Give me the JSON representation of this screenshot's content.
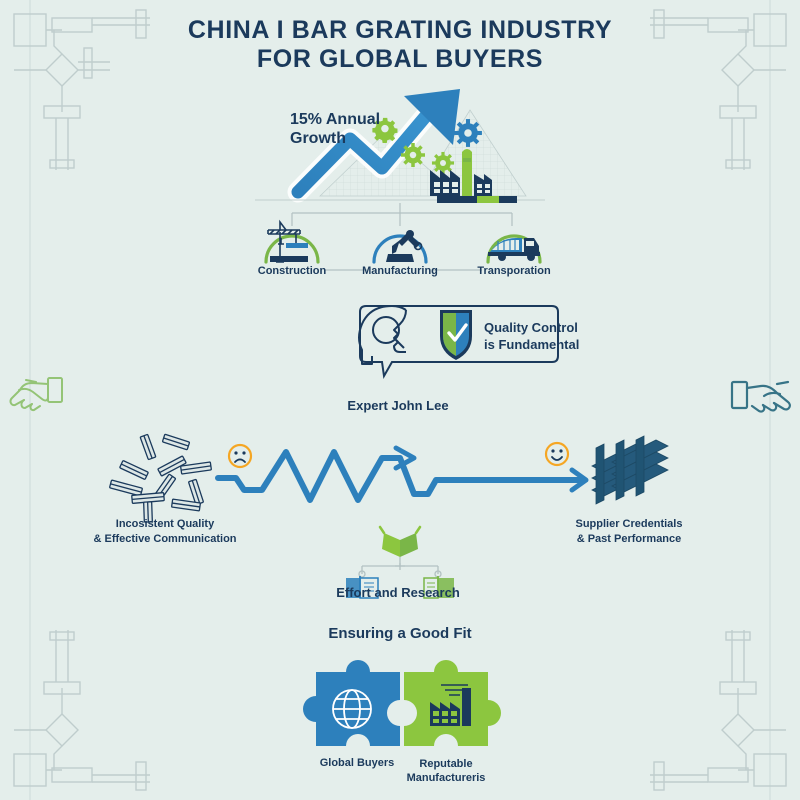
{
  "page": {
    "background_color": "#e4eeeb",
    "title_line1": "CHINA I BAR GRATING INDUSTRY",
    "title_line2": "FOR GLOBAL BUYERS",
    "title_color": "#1b3a5c"
  },
  "palette": {
    "navy": "#1b3a5c",
    "blue": "#2d80bc",
    "blue_dark": "#1d5e93",
    "green": "#7ab648",
    "green_light": "#8cc63f",
    "orange": "#f5a623",
    "line_gray": "#b9c7c8",
    "watermark_green": "#8bbf6a",
    "watermark_navy": "#2e6d82"
  },
  "growth": {
    "stat_value": "15%",
    "stat_label_line1": "15% Annual",
    "stat_label_line2": "Growth",
    "arrow_icon": "upward-trend-arrow-icon",
    "gear_icons": [
      "gear-icon",
      "gear-icon",
      "gear-icon"
    ],
    "factory_icon": "factory-icon"
  },
  "sectors": {
    "items": [
      {
        "label": "Construction",
        "icon": "crane-icon",
        "arc_color": "#7ab648"
      },
      {
        "label": "Manufacturing",
        "icon": "robot-arm-icon",
        "arc_color": "#2d80bc"
      },
      {
        "label": "Transporation",
        "icon": "truck-icon",
        "arc_color": "#7ab648"
      }
    ]
  },
  "expert": {
    "head_icon": "head-with-magnifier-icon",
    "shield_icon": "shield-check-icon",
    "bubble_line1": "Quality Control",
    "bubble_line2": "is Fundamental",
    "caption": "Expert John Lee"
  },
  "journey": {
    "left": {
      "icon": "scattered-bars-icon",
      "label_line1": "Incosistent Quality",
      "label_line2": "& Effective Communication",
      "face_icon": "sad-face-icon"
    },
    "right": {
      "icon": "stacked-grating-icon",
      "label_line1": "Supplier Credentials",
      "label_line2": "& Past Performance",
      "face_icon": "happy-face-icon"
    },
    "path_icon": "zigzag-arrow-icon"
  },
  "research": {
    "icon": "open-books-icon",
    "label": "Effort and Research"
  },
  "fit": {
    "heading": "Ensuring a Good Fit",
    "pieces": [
      {
        "label": "Global Buyers",
        "icon": "globe-icon",
        "color": "#2d80bc"
      },
      {
        "label_line1": "Reputable",
        "label_line2": "Manufactureris",
        "icon": "factory-icon",
        "color": "#8cc63f"
      }
    ]
  },
  "decor": {
    "corner_icon": "pipe-valve-line-art",
    "left_watermark_icon": "handshake-icon",
    "right_watermark_icon": "handshake-icon"
  }
}
